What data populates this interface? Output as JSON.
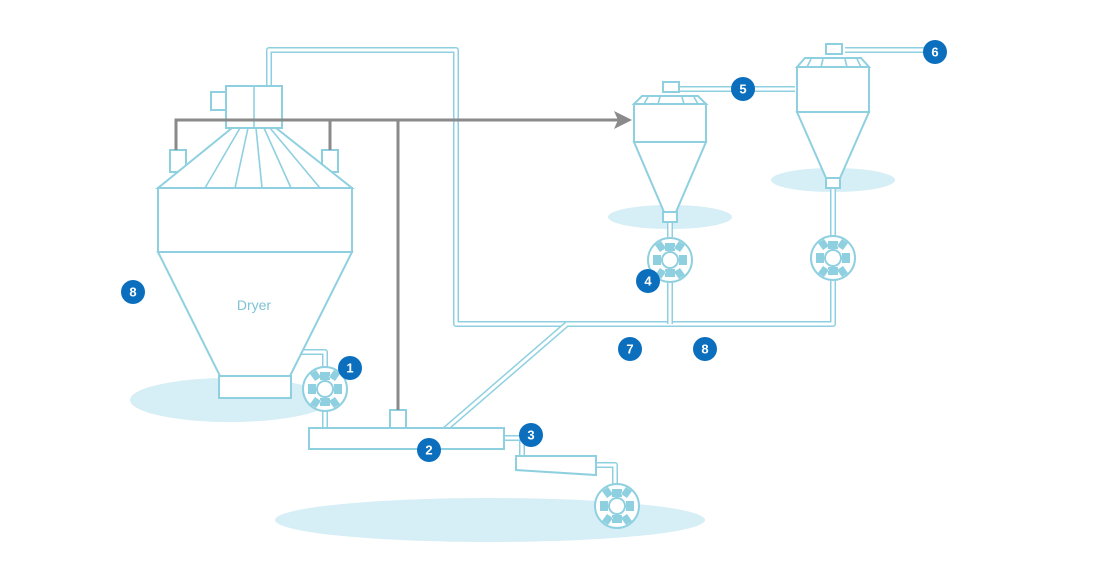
{
  "diagram": {
    "dryer_label": "Dryer",
    "badges": {
      "b1": "1",
      "b2": "2",
      "b3": "3",
      "b4": "4",
      "b5": "5",
      "b6": "6",
      "b7": "7",
      "b8_left": "8",
      "b8_right": "8"
    },
    "colors": {
      "equipment_outline": "#8fd0e0",
      "floor_shadow": "#d6eef5",
      "gas_line": "#8a8a8a",
      "badge": "#0b6fbe"
    },
    "icons": [
      "rotary-valve-icon",
      "arrowhead-icon"
    ]
  }
}
